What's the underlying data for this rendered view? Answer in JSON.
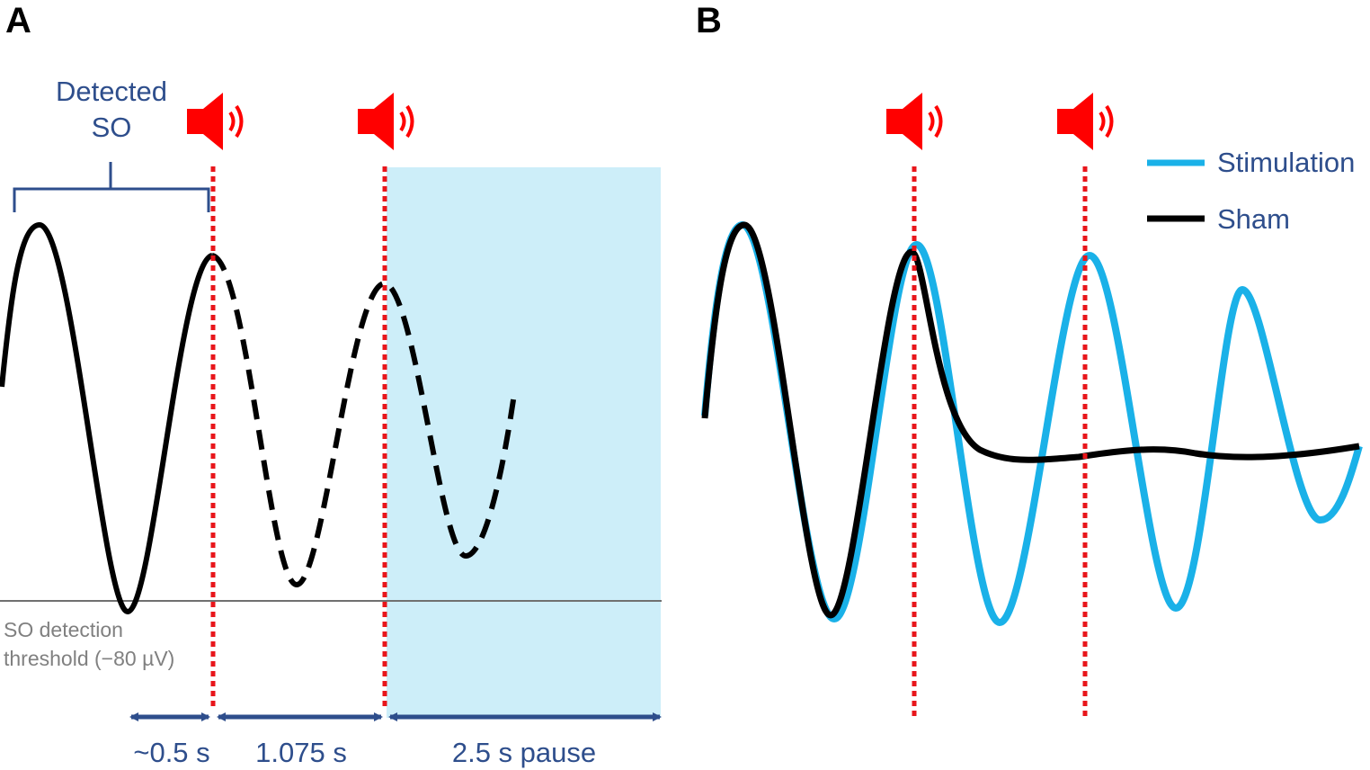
{
  "panel_a": {
    "label": "A",
    "bracket_label_line1": "Detected",
    "bracket_label_line2": "SO",
    "threshold_label_line1": "SO detection",
    "threshold_label_line2": "threshold (−80 µV)",
    "interval_1": "~0.5 s",
    "interval_2": "1.075 s",
    "interval_3": "2.5 s pause",
    "speaker_icon": "speaker-sound-icon",
    "pause_color": "#cdeef9",
    "marker_color": "#e8161b"
  },
  "panel_b": {
    "label": "B",
    "legend": {
      "stimulation": "Stimulation",
      "sham": "Sham"
    },
    "stimulation_color": "#1ab1e8",
    "sham_color": "#000000"
  }
}
